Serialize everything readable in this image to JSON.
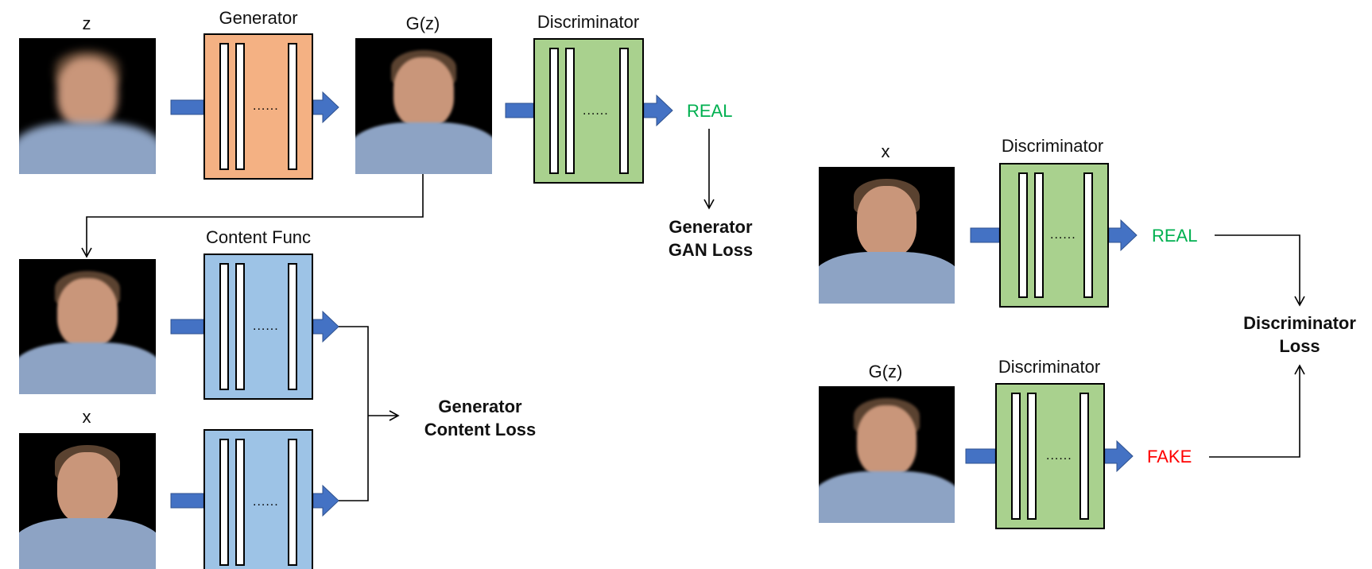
{
  "colors": {
    "generator_fill": "#F4B183",
    "discriminator_fill": "#A9D18E",
    "content_fill": "#9DC3E6",
    "arrow_blue": "#4472C4",
    "real_green": "#00B050",
    "fake_red": "#FF0000"
  },
  "generator_pipeline": {
    "input_label": "z",
    "generator_label": "Generator",
    "output_label": "G(z)",
    "discriminator_label": "Discriminator",
    "prediction": "REAL",
    "loss_label_line1": "Generator",
    "loss_label_line2": "GAN Loss"
  },
  "content_pipeline": {
    "content_func_label": "Content Func",
    "real_input_label": "x",
    "loss_label_line1": "Generator",
    "loss_label_line2": "Content Loss"
  },
  "discriminator_pipeline": {
    "real_input_label": "x",
    "real_disc_label": "Discriminator",
    "real_prediction": "REAL",
    "fake_input_label": "G(z)",
    "fake_disc_label": "Discriminator",
    "fake_prediction": "FAKE",
    "loss_label_line1": "Discriminator",
    "loss_label_line2": "Loss"
  },
  "layer_ellipsis": "......"
}
